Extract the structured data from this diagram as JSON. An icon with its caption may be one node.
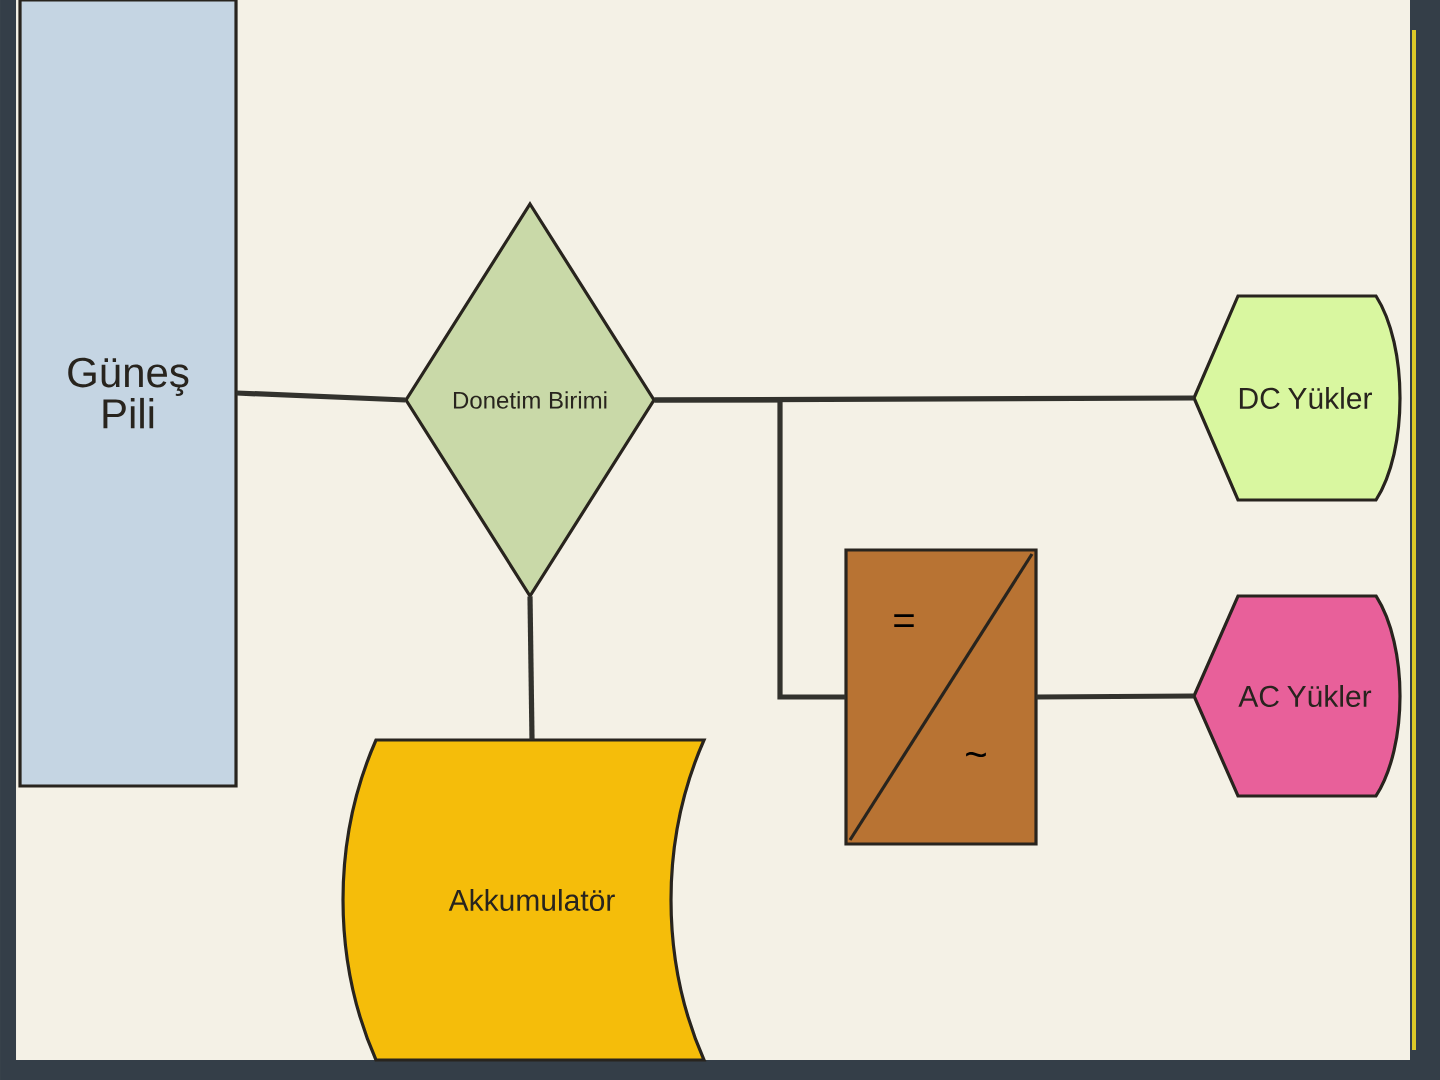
{
  "diagram": {
    "nodes": [
      {
        "text": [
          "Güneş Pili"
        ]
      },
      {
        "text": [
          "Donetim Birimi"
        ]
      },
      {
        "text": [
          "DC Yükler"
        ]
      },
      {
        "text": [
          "=",
          "~"
        ]
      },
      {
        "text": [
          "AC Yükler"
        ]
      },
      {
        "text": [
          "Akkumulatör"
        ]
      }
    ],
    "edges": [
      {
        "from": 0,
        "to": 1,
        "arrow": "none"
      },
      {
        "from": 1,
        "to": 2,
        "arrow": "none"
      },
      {
        "from": 1,
        "to": 3,
        "arrow": "none"
      },
      {
        "from": 3,
        "to": 4,
        "arrow": "none"
      },
      {
        "from": 1,
        "to": 5,
        "arrow": "none"
      }
    ]
  }
}
